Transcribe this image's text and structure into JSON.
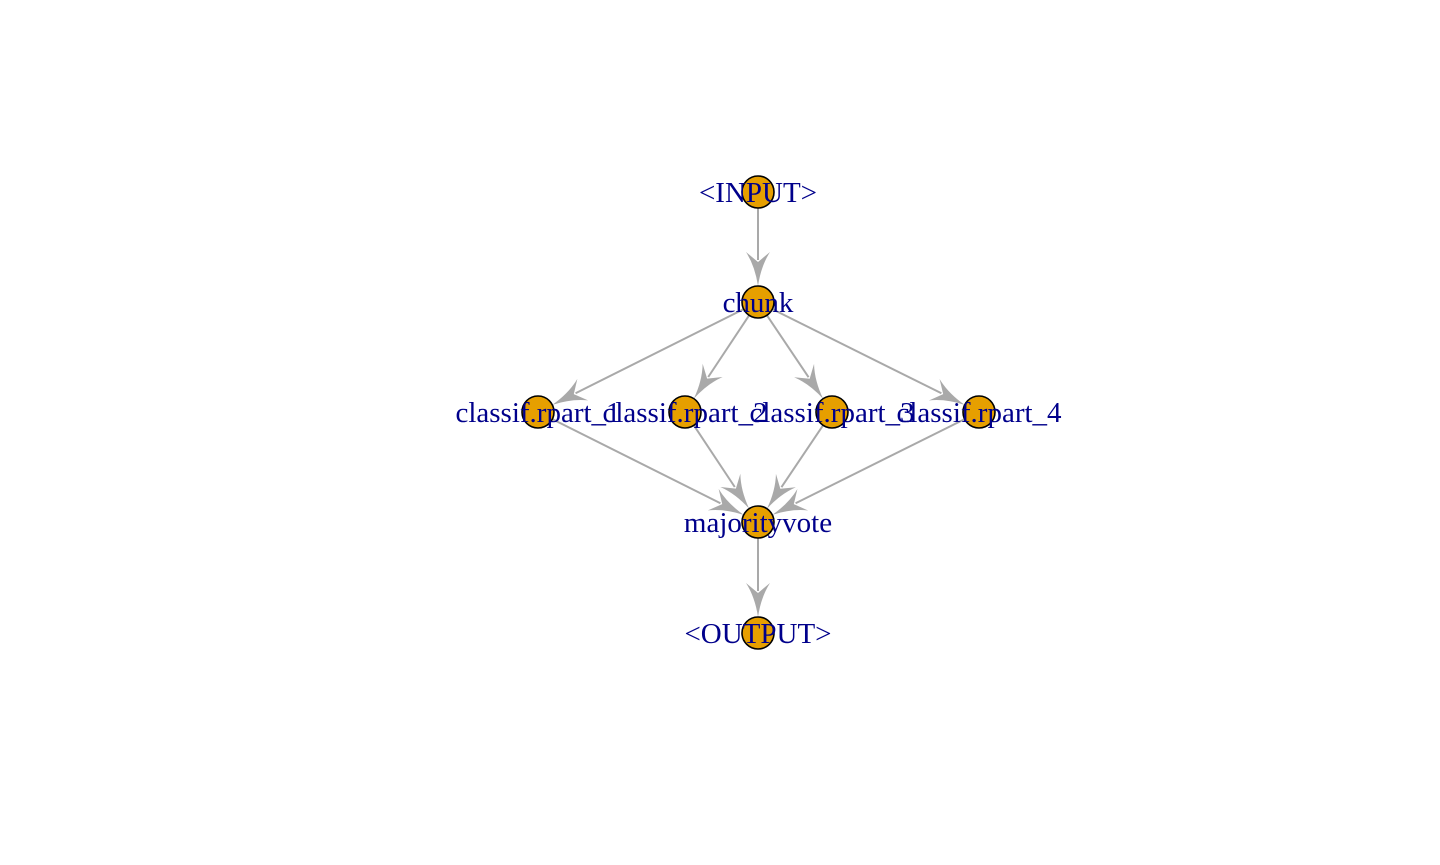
{
  "diagram": {
    "type": "directed-graph",
    "colors": {
      "node_fill": "#E69F00",
      "node_stroke": "#000000",
      "edge": "#A9A9A9",
      "label": "#00008B",
      "background": "#FFFFFF"
    },
    "nodes": [
      {
        "id": "input",
        "label": "<INPUT>"
      },
      {
        "id": "chunk",
        "label": "chunk"
      },
      {
        "id": "rpart1",
        "label": "classif.rpart_1"
      },
      {
        "id": "rpart2",
        "label": "classif.rpart_2"
      },
      {
        "id": "rpart3",
        "label": "classif.rpart_3"
      },
      {
        "id": "rpart4",
        "label": "classif.rpart_4"
      },
      {
        "id": "vote",
        "label": "majorityvote"
      },
      {
        "id": "output",
        "label": "<OUTPUT>"
      }
    ],
    "edges": [
      {
        "from": "input",
        "to": "chunk"
      },
      {
        "from": "chunk",
        "to": "rpart1"
      },
      {
        "from": "chunk",
        "to": "rpart2"
      },
      {
        "from": "chunk",
        "to": "rpart3"
      },
      {
        "from": "chunk",
        "to": "rpart4"
      },
      {
        "from": "rpart1",
        "to": "vote"
      },
      {
        "from": "rpart2",
        "to": "vote"
      },
      {
        "from": "rpart3",
        "to": "vote"
      },
      {
        "from": "rpart4",
        "to": "vote"
      },
      {
        "from": "vote",
        "to": "output"
      }
    ]
  }
}
